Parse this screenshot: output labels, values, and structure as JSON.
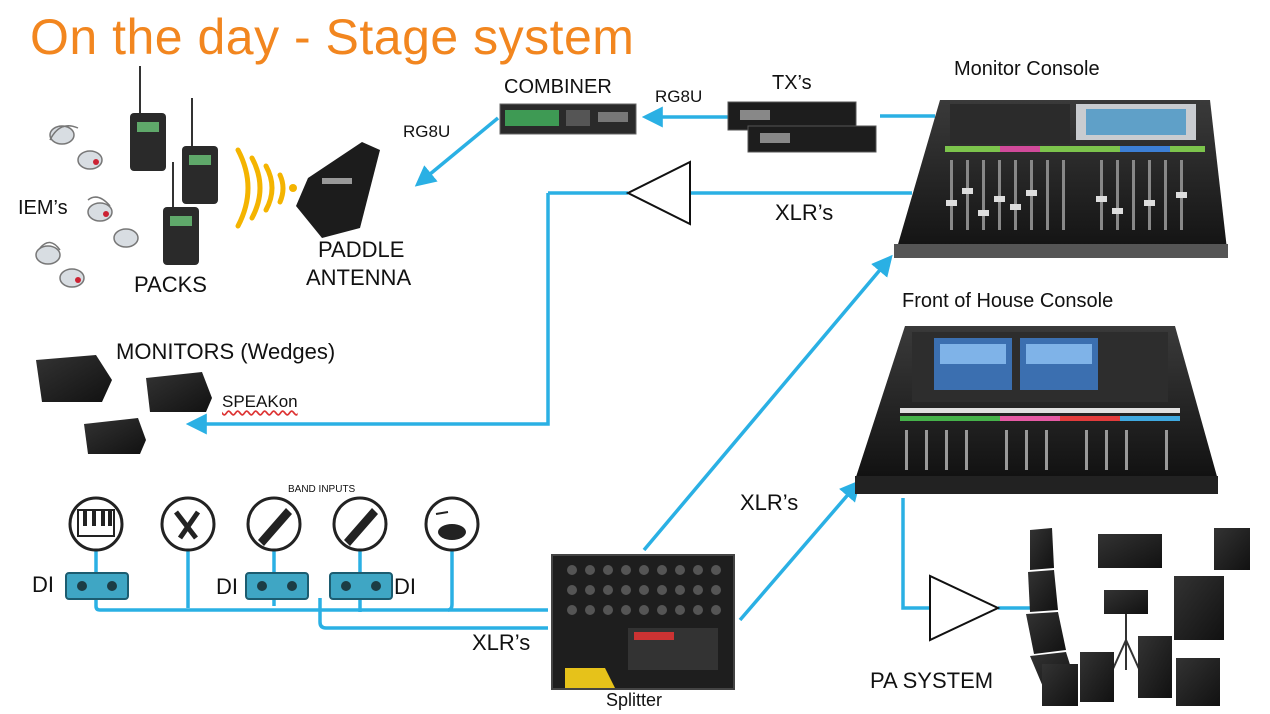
{
  "title": "On the day - Stage system",
  "labels": {
    "combiner": "COMBINER",
    "rg8u_top": "RG8U",
    "rg8u_left": "RG8U",
    "txs": "TX’s",
    "monitor_console": "Monitor Console",
    "iems": "IEM’s",
    "packs": "PACKS",
    "paddle_antenna_line1": "PADDLE",
    "paddle_antenna_line2": "ANTENNA",
    "xlrs_monitor": "XLR’s",
    "front_of_house_console": "Front of House Console",
    "monitors_wedges": "MONITORS (Wedges)",
    "speakon": "SPEAKon",
    "band_inputs": "BAND INPUTS",
    "di_1": "DI",
    "di_2": "DI",
    "di_3": "DI",
    "xlrs_splitter": "XLR’s",
    "xlrs_foh": "XLR’s",
    "splitter": "Splitter",
    "pa_system": "PA SYSTEM"
  },
  "colors": {
    "title": "#f2861f",
    "cable": "#2ab0e4",
    "equipment": "#1c1c1c",
    "di_box": "#3fa6c4",
    "antenna_waves": "#f4b400"
  },
  "icons": [
    "iem-earphone-icon",
    "bodypack-icon",
    "paddle-antenna-icon",
    "keyboard-icon",
    "microphone-icon",
    "guitar-icon",
    "bass-icon",
    "drums-icon",
    "amplifier-triangle-icon",
    "wedge-monitor-icon",
    "line-array-speaker-icon"
  ]
}
